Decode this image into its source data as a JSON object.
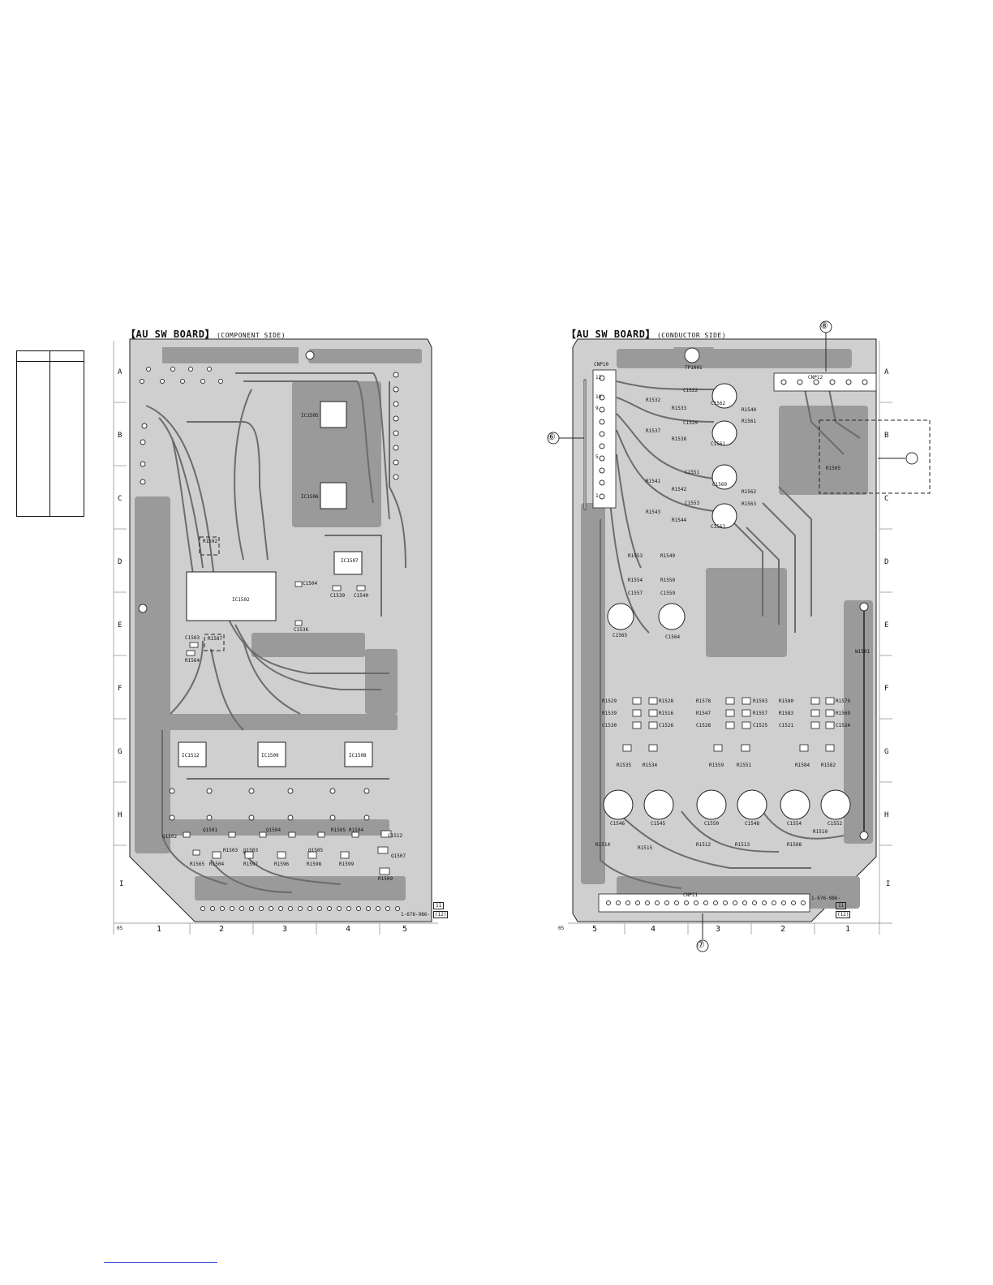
{
  "left_board": {
    "title": "【AU SW BOARD】",
    "subtitle": "(COMPONENT SIDE)",
    "rows": [
      "A",
      "B",
      "C",
      "D",
      "E",
      "F",
      "G",
      "H",
      "I"
    ],
    "cols": [
      "1",
      "2",
      "3",
      "4",
      "5"
    ],
    "corner_code": "05",
    "part_number": "1-676-986-",
    "ref_box": [
      "11",
      "(12)"
    ],
    "components": [
      {
        "id": "IC1505"
      },
      {
        "id": "IC1506"
      },
      {
        "id": "IC1507"
      },
      {
        "id": "IC1502"
      },
      {
        "id": "IC1512"
      },
      {
        "id": "IC1509"
      },
      {
        "id": "IC1508"
      },
      {
        "id": "R1592"
      },
      {
        "id": "R1587"
      },
      {
        "id": "C1503"
      },
      {
        "id": "R1564"
      },
      {
        "id": "C1504"
      },
      {
        "id": "C1539"
      },
      {
        "id": "C1540"
      },
      {
        "id": "C1536"
      },
      {
        "id": "Q1502"
      },
      {
        "id": "Q1501"
      },
      {
        "id": "R1504"
      },
      {
        "id": "R1505"
      },
      {
        "id": "R1503"
      },
      {
        "id": "Q1504"
      },
      {
        "id": "Q1503"
      },
      {
        "id": "Q1505"
      },
      {
        "id": "C1512"
      },
      {
        "id": "Q1507"
      },
      {
        "id": "R1509"
      },
      {
        "id": "R1565"
      },
      {
        "id": "R1594"
      },
      {
        "id": "R1597"
      },
      {
        "id": "R1596"
      },
      {
        "id": "R1598"
      },
      {
        "id": "R1599"
      }
    ]
  },
  "right_board": {
    "title": "【AU SW BOARD】",
    "subtitle": "(CONDUCTOR SIDE)",
    "rows": [
      "A",
      "B",
      "C",
      "D",
      "E",
      "F",
      "G",
      "H",
      "I"
    ],
    "cols": [
      "5",
      "4",
      "3",
      "2",
      "1"
    ],
    "corner_code": "05",
    "part_number": "1-676-986-",
    "ref_box": [
      "11",
      "(12)"
    ],
    "callouts": [
      "⑥",
      "⑦",
      "⑧"
    ],
    "connectors": [
      {
        "id": "CNP10"
      },
      {
        "id": "CNP11"
      },
      {
        "id": "CNP12"
      },
      {
        "id": "TP1001"
      },
      {
        "id": "W1501"
      }
    ],
    "pin_labels": [
      "12",
      "10",
      "9",
      "5",
      "1"
    ],
    "components": [
      {
        "id": "R1532"
      },
      {
        "id": "C1522"
      },
      {
        "id": "R1533"
      },
      {
        "id": "C1562"
      },
      {
        "id": "R1540"
      },
      {
        "id": "R1537"
      },
      {
        "id": "C1529"
      },
      {
        "id": "R1538"
      },
      {
        "id": "C1561"
      },
      {
        "id": "R1561"
      },
      {
        "id": "R1541"
      },
      {
        "id": "C1551"
      },
      {
        "id": "R1542"
      },
      {
        "id": "C1560"
      },
      {
        "id": "R1562"
      },
      {
        "id": "R1543"
      },
      {
        "id": "C1553"
      },
      {
        "id": "R1544"
      },
      {
        "id": "C1563"
      },
      {
        "id": "R1563"
      },
      {
        "id": "R1553"
      },
      {
        "id": "R1549"
      },
      {
        "id": "R1554"
      },
      {
        "id": "R1550"
      },
      {
        "id": "C1557"
      },
      {
        "id": "C1559"
      },
      {
        "id": "C1565"
      },
      {
        "id": "C1564"
      },
      {
        "id": "R1505"
      },
      {
        "id": "R1529"
      },
      {
        "id": "R1539"
      },
      {
        "id": "C1530"
      },
      {
        "id": "R1528"
      },
      {
        "id": "R1516"
      },
      {
        "id": "C1526"
      },
      {
        "id": "R1578"
      },
      {
        "id": "R1547"
      },
      {
        "id": "C1528"
      },
      {
        "id": "R1593"
      },
      {
        "id": "R1557"
      },
      {
        "id": "C1525"
      },
      {
        "id": "R1580"
      },
      {
        "id": "R1583"
      },
      {
        "id": "C1521"
      },
      {
        "id": "R1579"
      },
      {
        "id": "R1569"
      },
      {
        "id": "C1524"
      },
      {
        "id": "R1535"
      },
      {
        "id": "R1534"
      },
      {
        "id": "R1559"
      },
      {
        "id": "R1551"
      },
      {
        "id": "R1584"
      },
      {
        "id": "R1582"
      },
      {
        "id": "C1546"
      },
      {
        "id": "C1545"
      },
      {
        "id": "C1550"
      },
      {
        "id": "C1548"
      },
      {
        "id": "C1554"
      },
      {
        "id": "C1552"
      },
      {
        "id": "R1514"
      },
      {
        "id": "R1515"
      },
      {
        "id": "R1512"
      },
      {
        "id": "R1513"
      },
      {
        "id": "R1508"
      },
      {
        "id": "R1510"
      }
    ]
  }
}
